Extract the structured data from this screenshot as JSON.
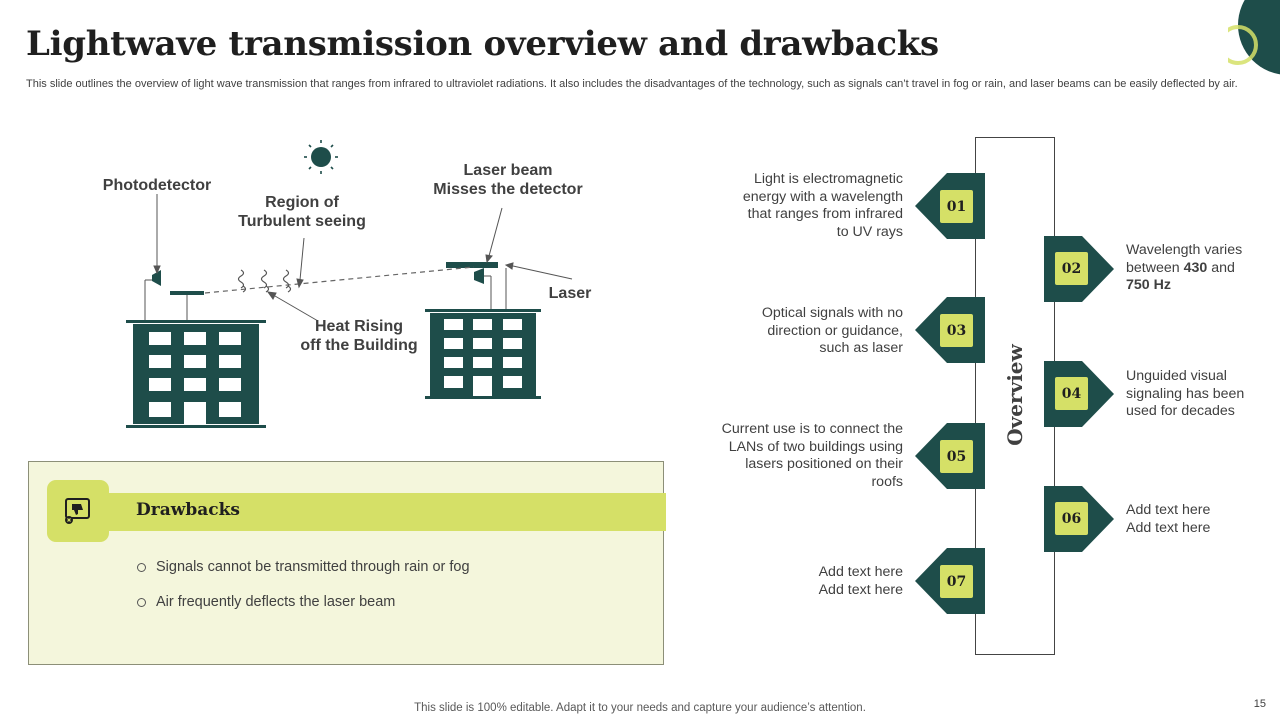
{
  "title": "Lightwave transmission overview and drawbacks",
  "subtitle": "This slide outlines the overview of light wave transmission that ranges from infrared to ultraviolet radiations. It also includes the disadvantages of the technology, such as signals can’t travel in fog or rain, and laser beams can be easily deflected by air.",
  "diagram": {
    "photodetector": "Photodetector",
    "region_line1": "Region of",
    "region_line2": "Turbulent seeing",
    "laser_beam_line1": "Laser beam",
    "laser_beam_line2": "Misses the detector",
    "laser": "Laser",
    "heat_line1": "Heat Rising",
    "heat_line2": "off the Building"
  },
  "drawbacks": {
    "title": "Drawbacks",
    "items": [
      "Signals cannot be transmitted through rain or fog",
      "Air frequently deflects the laser beam"
    ]
  },
  "overview": {
    "label": "Overview",
    "items": [
      {
        "num": "01",
        "side": "left",
        "text": "Light is electromagnetic energy with a wavelength that ranges from infrared to UV rays"
      },
      {
        "num": "02",
        "side": "right",
        "text_pre": "Wavelength varies between ",
        "bold1": "430",
        "text_mid": " and ",
        "bold2": "750 Hz"
      },
      {
        "num": "03",
        "side": "left",
        "text": "Optical signals with no direction or guidance, such as laser"
      },
      {
        "num": "04",
        "side": "right",
        "text": "Unguided visual signaling has been used for decades"
      },
      {
        "num": "05",
        "side": "left",
        "text": "Current use is to connect the LANs of two buildings using lasers positioned on their roofs"
      },
      {
        "num": "06",
        "side": "right",
        "text": "Add text here Add text here"
      },
      {
        "num": "07",
        "side": "left",
        "text": "Add text here Add text here"
      }
    ]
  },
  "footer": "This slide is 100% editable. Adapt it to your needs and capture your audience’s attention.",
  "page_number": "15",
  "colors": {
    "dark_teal": "#1e4d4a",
    "lime": "#d5e067",
    "pale": "#f4f6dc"
  }
}
